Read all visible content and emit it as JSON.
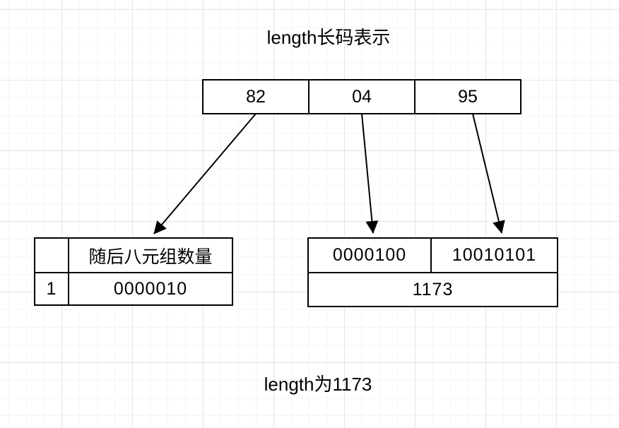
{
  "colors": {
    "background": "#ffffff",
    "grid_minor": "#f5f5f5",
    "grid_major": "#e4e4e4",
    "line": "#000000",
    "text": "#000000"
  },
  "title": {
    "text": "length长码表示"
  },
  "caption": {
    "text": "length为1173"
  },
  "byte_sequence": {
    "cells": [
      "82",
      "04",
      "95"
    ]
  },
  "first_octet_table": {
    "header_row": [
      "",
      "随后八元组数量"
    ],
    "value_row": [
      "1",
      "0000010"
    ]
  },
  "length_value_table": {
    "bits_row": [
      "0000100",
      "10010101"
    ],
    "value_row": "1173"
  }
}
